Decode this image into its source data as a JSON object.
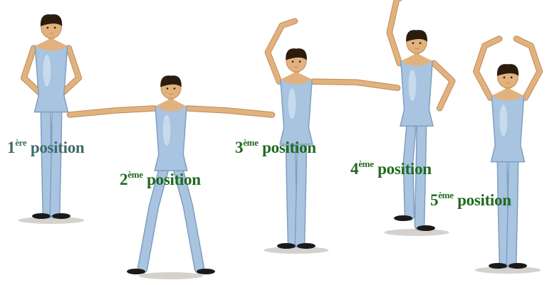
{
  "colors": {
    "skin": "#e2b27e",
    "skin_shade": "#c08a55",
    "leotard": "#a8c4e0",
    "leotard_light": "#d6e6f3",
    "leotard_shade": "#7f9fc0",
    "hair": "#2c1c0e",
    "shoe": "#1a1a1a",
    "shadow": "#b9b3ab",
    "label_teal": "#3f6b68",
    "label_green": "#1f6a1f"
  },
  "positions": [
    {
      "num": "1",
      "sup": "ère",
      "word": "position",
      "color": "label_teal",
      "arms": "low-rounded"
    },
    {
      "num": "2",
      "sup": "ème",
      "word": "position",
      "color": "label_green",
      "arms": "side"
    },
    {
      "num": "3",
      "sup": "ème",
      "word": "position",
      "color": "label_green",
      "arms": "one-up-one-side"
    },
    {
      "num": "4",
      "sup": "ème",
      "word": "position",
      "color": "label_green",
      "arms": "one-up-one-hip"
    },
    {
      "num": "5",
      "sup": "ème",
      "word": "position",
      "color": "label_green",
      "arms": "both-up"
    }
  ]
}
